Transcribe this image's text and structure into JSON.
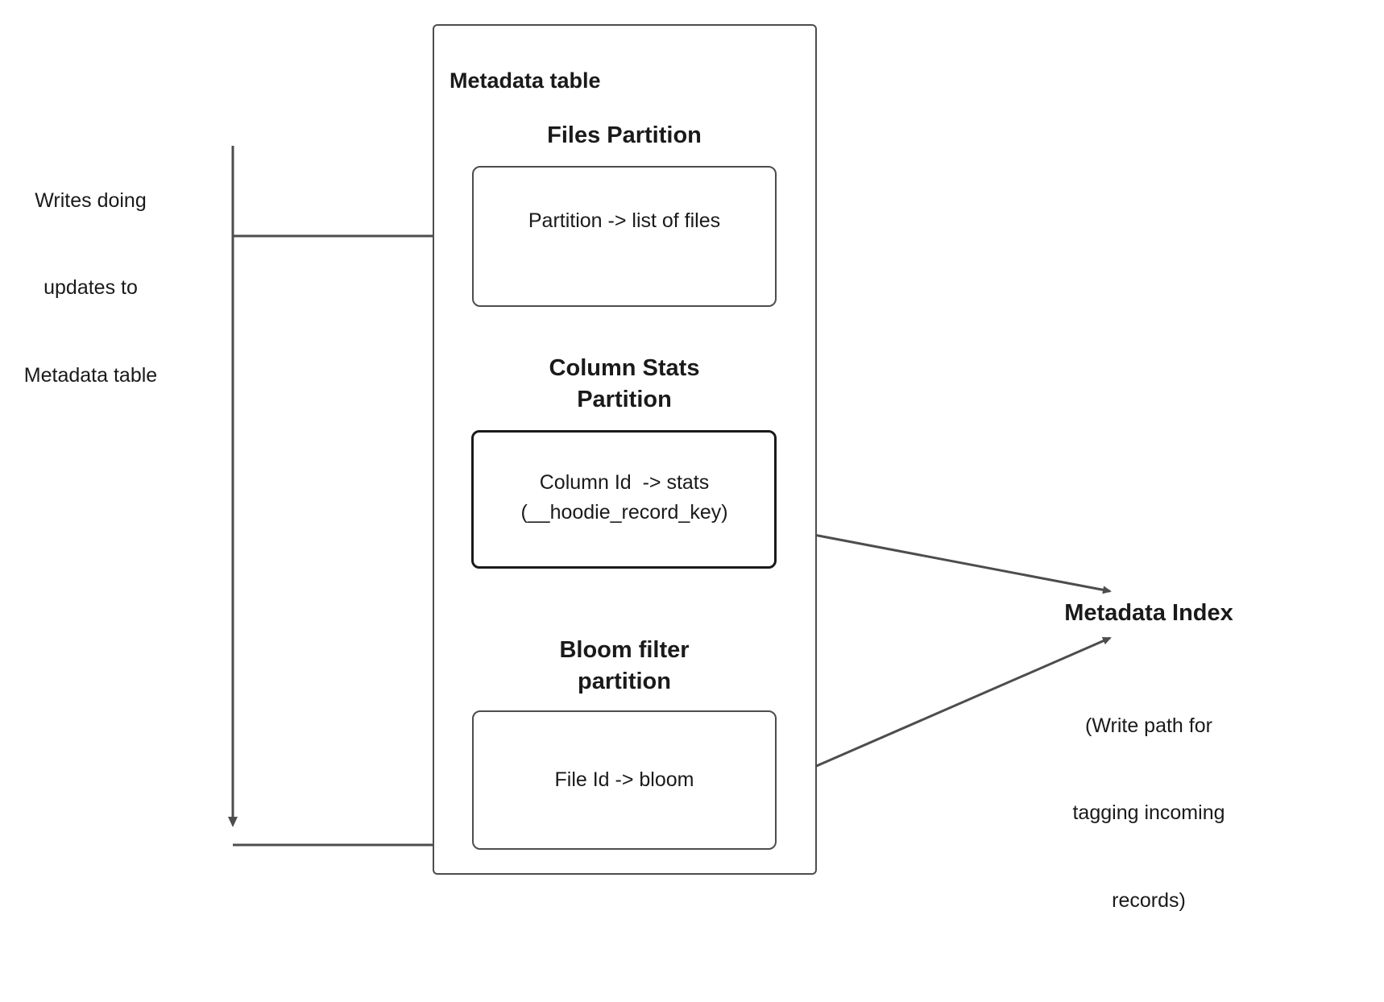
{
  "diagram": {
    "title": "Metadata table",
    "left_note": {
      "lines": [
        "Writes doing",
        "updates to",
        "Metadata table"
      ]
    },
    "partitions": [
      {
        "id": "files-partition",
        "heading": "Files Partition",
        "box_text": "Partition -> list of files"
      },
      {
        "id": "column-stats-partition",
        "heading_line1": "Column Stats",
        "heading_line2": "Partition",
        "box_text_line1": "Column Id  -> stats",
        "box_text_line2": "(__hoodie_record_key)"
      },
      {
        "id": "bloom-filter-partition",
        "heading_line1": "Bloom filter",
        "heading_line2": "partition",
        "box_text": "File Id -> bloom"
      }
    ],
    "metadata_index": {
      "title": "Metadata Index",
      "subtitle_lines": [
        "(Write path for",
        "tagging incoming",
        "records)"
      ]
    },
    "colors": {
      "stroke": "#4d4d4d",
      "stroke_dark": "#1a1a1a",
      "text": "#000000",
      "background": "#ffffff"
    }
  }
}
